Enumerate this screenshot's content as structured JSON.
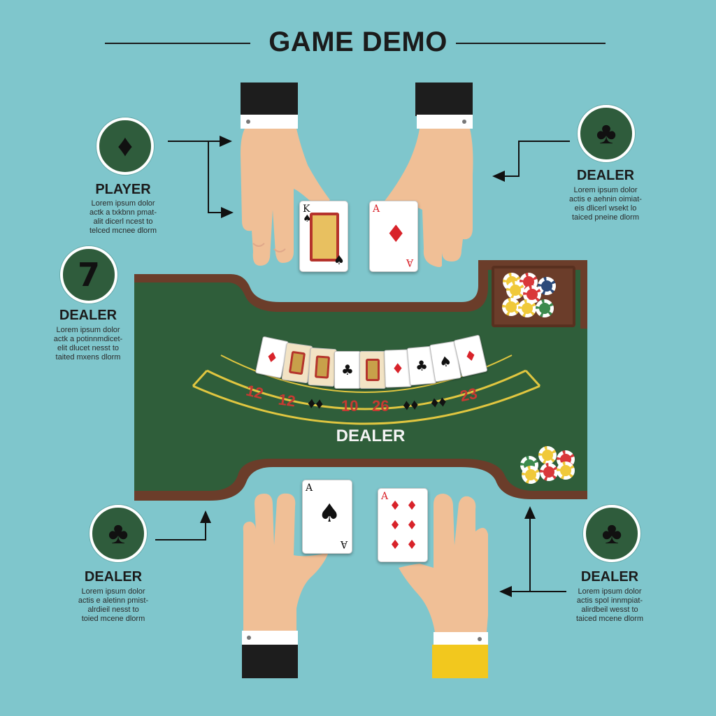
{
  "title": "GAME DEMO",
  "colors": {
    "background": "#7fc6cc",
    "felt": "#2f5e3a",
    "rail": "#6b3d2a",
    "gold_line": "#e0c640",
    "badge": "#2f5c3c"
  },
  "panels": [
    {
      "id": "top-left",
      "icon": "diamond-icon",
      "glyph": "♦",
      "role": "PLAYER",
      "text": "Lorem ipsum dolor\nactk a txkbnn pmat-\nalit dicerl ncest to\ntelced mcnee dlorm"
    },
    {
      "id": "top-right",
      "icon": "club-icon",
      "glyph": "♣",
      "role": "DEALER",
      "text": "Lorem ipsum dolor\nactis e aehnin oimiat-\neis dlicerl wsekt lo\ntaiced pneine dlorm"
    },
    {
      "id": "middle-left",
      "icon": "number-seven",
      "glyph": "7",
      "role": "DEALER",
      "text": "Lorem ipsum dolor\nactk a potinnmdicet-\nelit dlucet nesst to\ntaited mxens dlorm"
    },
    {
      "id": "bottom-left",
      "icon": "club-icon",
      "glyph": "♣",
      "role": "DEALER",
      "text": "Lorem ipsum dolor\nactis e aletinn pmist-\nalrdieil nesst to\ntoied mcene dlorm"
    },
    {
      "id": "bottom-right",
      "icon": "club-icon",
      "glyph": "♣",
      "role": "DEALER",
      "text": "Lorem ipsum dolor\nactis spol innmpiat-\nalirdbeil wesst to\ntaiced mcene dlorm"
    }
  ],
  "table": {
    "dealer_label": "DEALER",
    "bet_numbers": [
      "12",
      "12",
      "♦♦",
      "10",
      "26",
      "♦♦",
      "♦♦",
      "23"
    ],
    "dealt_cards": [
      "♦",
      "face",
      "face",
      "♣",
      "face",
      "♦",
      "♣",
      "♠",
      "♦"
    ]
  },
  "hand_cards": [
    {
      "id": "card-top-left",
      "rank": "K",
      "suit": "♠",
      "kind": "face"
    },
    {
      "id": "card-top-right",
      "rank": "A",
      "suit": "♦",
      "kind": "pip"
    },
    {
      "id": "card-bottom-left",
      "rank": "A",
      "suit": "♠",
      "kind": "pip"
    },
    {
      "id": "card-bottom-right",
      "rank": "A",
      "suit": "♦",
      "kind": "pip"
    }
  ]
}
